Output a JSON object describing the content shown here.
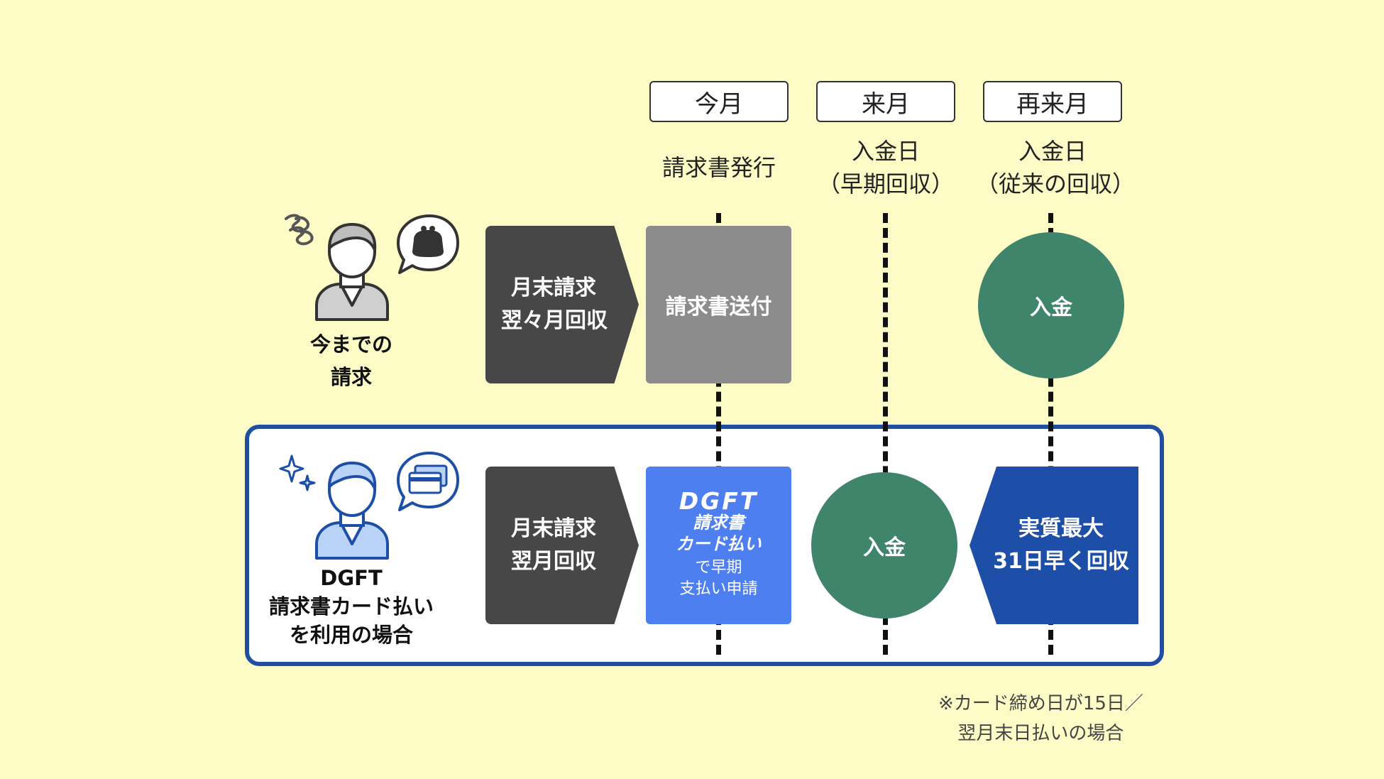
{
  "columns": {
    "this_month": {
      "label": "今月",
      "event": "請求書発行"
    },
    "next_month": {
      "label": "来月",
      "event_line1": "入金日",
      "event_line2": "（早期回収）"
    },
    "month_after_next": {
      "label": "再来月",
      "event_line1": "入金日",
      "event_line2": "（従来の回収）"
    }
  },
  "row_current": {
    "label_line1": "今までの",
    "label_line2": "請求",
    "arrow_line1": "月末請求",
    "arrow_line2": "翌々月回収",
    "invoice_box": "請求書送付",
    "payment": "入金"
  },
  "row_dgft": {
    "label_line1": "DGFT",
    "label_line2": "請求書カード払い",
    "label_line3": "を利用の場合",
    "arrow_line1": "月末請求",
    "arrow_line2": "翌月回収",
    "logo_line1": "DGFT",
    "logo_line2": "請求書",
    "logo_line3": "カード払い",
    "box_line1": "で早期",
    "box_line2": "支払い申請",
    "payment": "入金",
    "benefit_line1": "実質最大",
    "benefit_line2": "31日早く回収"
  },
  "footnote": {
    "line1": "※カード締め日が15日／",
    "line2": "翌月末日払いの場合"
  },
  "colors": {
    "background": "#fdfcc6",
    "dark_arrow": "#474747",
    "gray_box": "#8c8c8c",
    "blue_box": "#4d7ff0",
    "green_circle": "#3f856b",
    "navy": "#1e4fa8"
  },
  "icons": [
    "worried-person-icon",
    "wallet-speech-bubble-icon",
    "happy-person-icon",
    "credit-card-speech-bubble-icon",
    "sparkle-icon",
    "dizzy-spiral-icon"
  ]
}
